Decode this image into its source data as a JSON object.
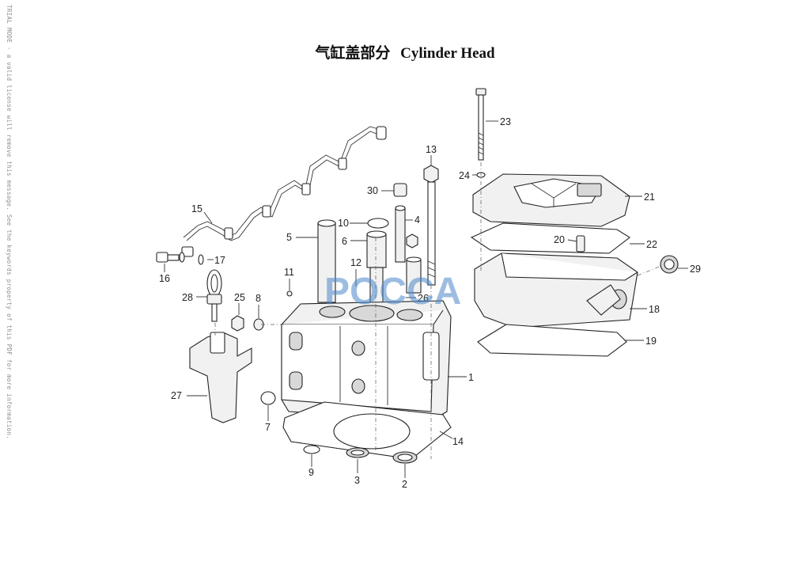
{
  "sidebar_watermark": "TRIAL MODE - a valid license will remove this message. See the keywords property of this PDF for more information.",
  "title": {
    "zh": "气缸盖部分",
    "en": "Cylinder Head"
  },
  "watermark_logo": "POCCA",
  "callouts": {
    "c1": "1",
    "c2": "2",
    "c3": "3",
    "c4": "4",
    "c5": "5",
    "c6": "6",
    "c7": "7",
    "c8": "8",
    "c9": "9",
    "c10": "10",
    "c11": "11",
    "c12": "12",
    "c13": "13",
    "c14": "14",
    "c15": "15",
    "c16": "16",
    "c17": "17",
    "c18": "18",
    "c19": "19",
    "c20": "20",
    "c21": "21",
    "c22": "22",
    "c23": "23",
    "c24": "24",
    "c25": "25",
    "c26": "26",
    "c27": "27",
    "c28": "28",
    "c29": "29",
    "c30": "30"
  }
}
